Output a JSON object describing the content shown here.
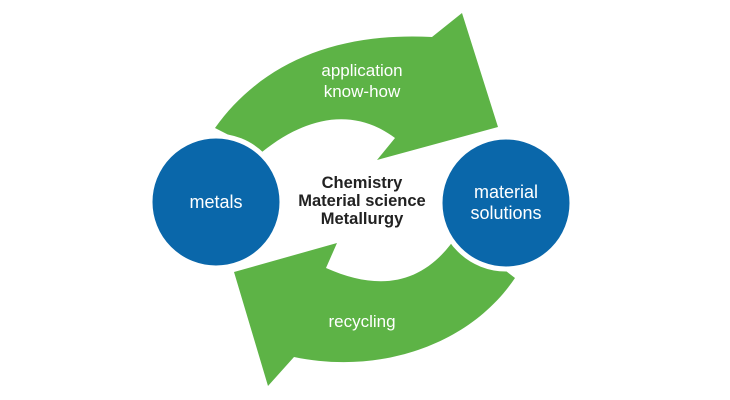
{
  "diagram": {
    "colors": {
      "arrow_green": "#5DB346",
      "circle_blue": "#0A67AA",
      "circle_border": "#ffffff",
      "center_text": "#222222",
      "arrow_text": "#ffffff"
    },
    "top_arrow": {
      "label_line1": "application",
      "label_line2": "know-how"
    },
    "bottom_arrow": {
      "label": "recycling"
    },
    "left_circle": {
      "label": "metals"
    },
    "right_circle": {
      "label_line1": "material",
      "label_line2": "solutions"
    },
    "center": {
      "line1": "Chemistry",
      "line2": "Material science",
      "line3": "Metallurgy"
    }
  }
}
